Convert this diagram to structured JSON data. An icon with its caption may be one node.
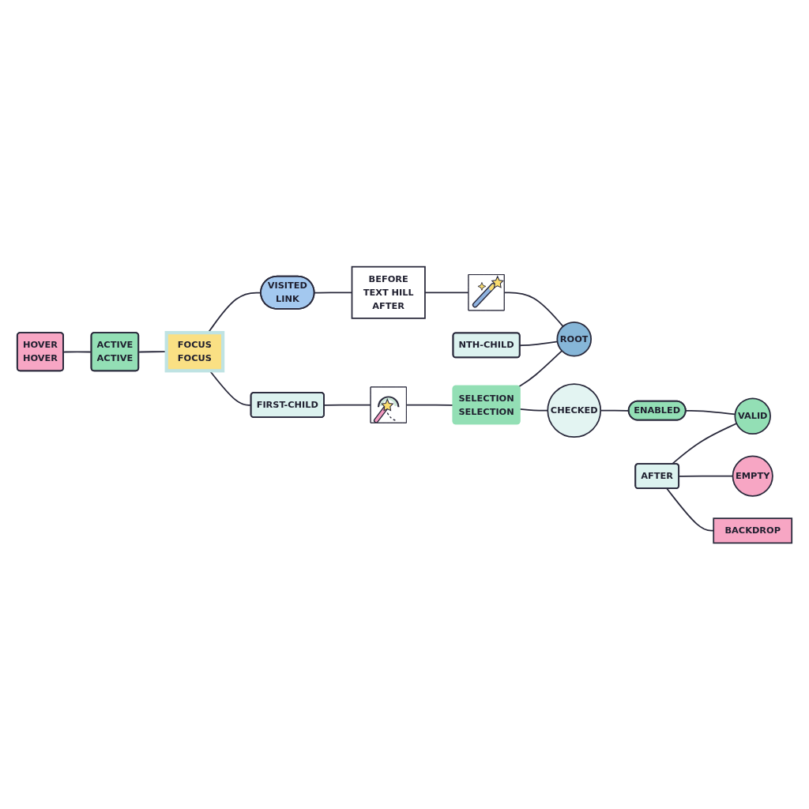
{
  "diagram": {
    "nodes": [
      {
        "text": [
          "HOVER",
          "HOVER"
        ]
      },
      {
        "text": [
          "ACTIVE",
          "ACTIVE"
        ]
      },
      {
        "text": [
          "FOCUS",
          "FOCUS"
        ]
      },
      {
        "text": [
          "VISITED",
          "LINK"
        ]
      },
      {
        "text": [
          "BEFORE",
          "TEXT HILL",
          "AFTER"
        ]
      },
      {
        "text": [
          "FIRST-CHILD"
        ]
      },
      {
        "text": [
          "NTH-CHILD"
        ]
      },
      {
        "text": [
          "ROOT"
        ]
      },
      {
        "text": [
          "AFTER"
        ]
      },
      {
        "text": [],
        "shape": "picture"
      },
      {
        "text": [],
        "shape": "picture"
      },
      {
        "text": [
          "SELECTION",
          "SELECTION"
        ]
      },
      {
        "text": [
          "CHECKED"
        ]
      },
      {
        "text": [
          "ENABLED"
        ]
      },
      {
        "text": [
          "VALID"
        ]
      },
      {
        "text": [
          "EMPTY"
        ]
      },
      {
        "text": [
          "BACKDROP"
        ]
      }
    ],
    "edges": [
      {
        "from": 0,
        "to": 1,
        "arrow": "none"
      },
      {
        "from": 1,
        "to": 2,
        "arrow": "none"
      },
      {
        "from": 2,
        "to": 3,
        "arrow": "none"
      },
      {
        "from": 3,
        "to": 4,
        "arrow": "none"
      },
      {
        "from": 4,
        "to": 9,
        "arrow": "none"
      },
      {
        "from": 9,
        "to": 7,
        "arrow": "none"
      },
      {
        "from": 2,
        "to": 5,
        "arrow": "none"
      },
      {
        "from": 5,
        "to": 10,
        "arrow": "none"
      },
      {
        "from": 10,
        "to": 11,
        "arrow": "none"
      },
      {
        "from": 6,
        "to": 7,
        "arrow": "none"
      },
      {
        "from": 11,
        "to": 7,
        "arrow": "none"
      },
      {
        "from": 11,
        "to": 12,
        "arrow": "none"
      },
      {
        "from": 12,
        "to": 13,
        "arrow": "none"
      },
      {
        "from": 13,
        "to": 14,
        "arrow": "none"
      },
      {
        "from": 8,
        "to": 14,
        "arrow": "none"
      },
      {
        "from": 8,
        "to": 15,
        "arrow": "none"
      },
      {
        "from": 8,
        "to": 16,
        "arrow": "none"
      }
    ]
  }
}
